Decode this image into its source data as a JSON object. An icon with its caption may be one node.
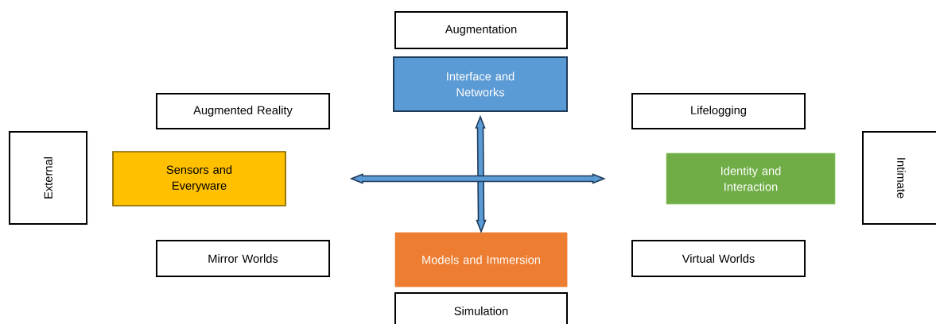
{
  "diagram": {
    "nodes": [
      {
        "text": [
          "Augmentation"
        ]
      },
      {
        "text": [
          "Interface and Networks"
        ]
      },
      {
        "text": [
          "Augmented Reality"
        ]
      },
      {
        "text": [
          "Lifelogging"
        ]
      },
      {
        "text": [
          "External"
        ]
      },
      {
        "text": [
          "Sensors and Everyware"
        ]
      },
      {
        "text": [
          "Identity and Interaction"
        ]
      },
      {
        "text": [
          "Intimate"
        ]
      },
      {
        "text": [
          "Mirror Worlds"
        ]
      },
      {
        "text": [
          "Models and Immersion"
        ]
      },
      {
        "text": [
          "Virtual Worlds"
        ]
      },
      {
        "text": [
          "Simulation"
        ]
      }
    ],
    "edges": [
      {
        "from": 1,
        "to": 9,
        "arrow": "both"
      },
      {
        "from": 5,
        "to": 6,
        "arrow": "both"
      }
    ]
  }
}
